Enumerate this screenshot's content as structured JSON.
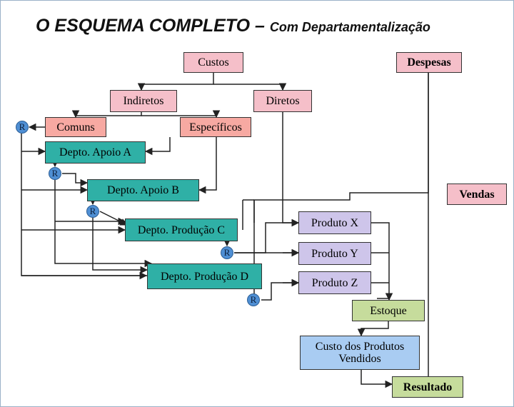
{
  "title": {
    "main": "O ESQUEMA COMPLETO – ",
    "sub": "Com Departamentalização"
  },
  "boxes": {
    "custos": "Custos",
    "despesas": "Despesas",
    "indiretos": "Indiretos",
    "diretos": "Diretos",
    "comuns": "Comuns",
    "especificos": "Específicos",
    "apoio_a": "Depto. Apoio A",
    "apoio_b": "Depto. Apoio B",
    "producao_c": "Depto. Produção C",
    "producao_d": "Depto. Produção D",
    "vendas": "Vendas",
    "produto_x": "Produto X",
    "produto_y": "Produto Y",
    "produto_z": "Produto Z",
    "estoque": "Estoque",
    "cpv": "Custo dos Produtos Vendidos",
    "resultado": "Resultado"
  },
  "rateio_label": "R",
  "colors": {
    "pink": "#f5bfc9",
    "salmon": "#f7a9a2",
    "teal": "#2fb0a6",
    "lavender": "#cec5ea",
    "green": "#c6dc9c",
    "blue": "#a9ccf2",
    "rateio_circle": "#4f8fd4"
  }
}
